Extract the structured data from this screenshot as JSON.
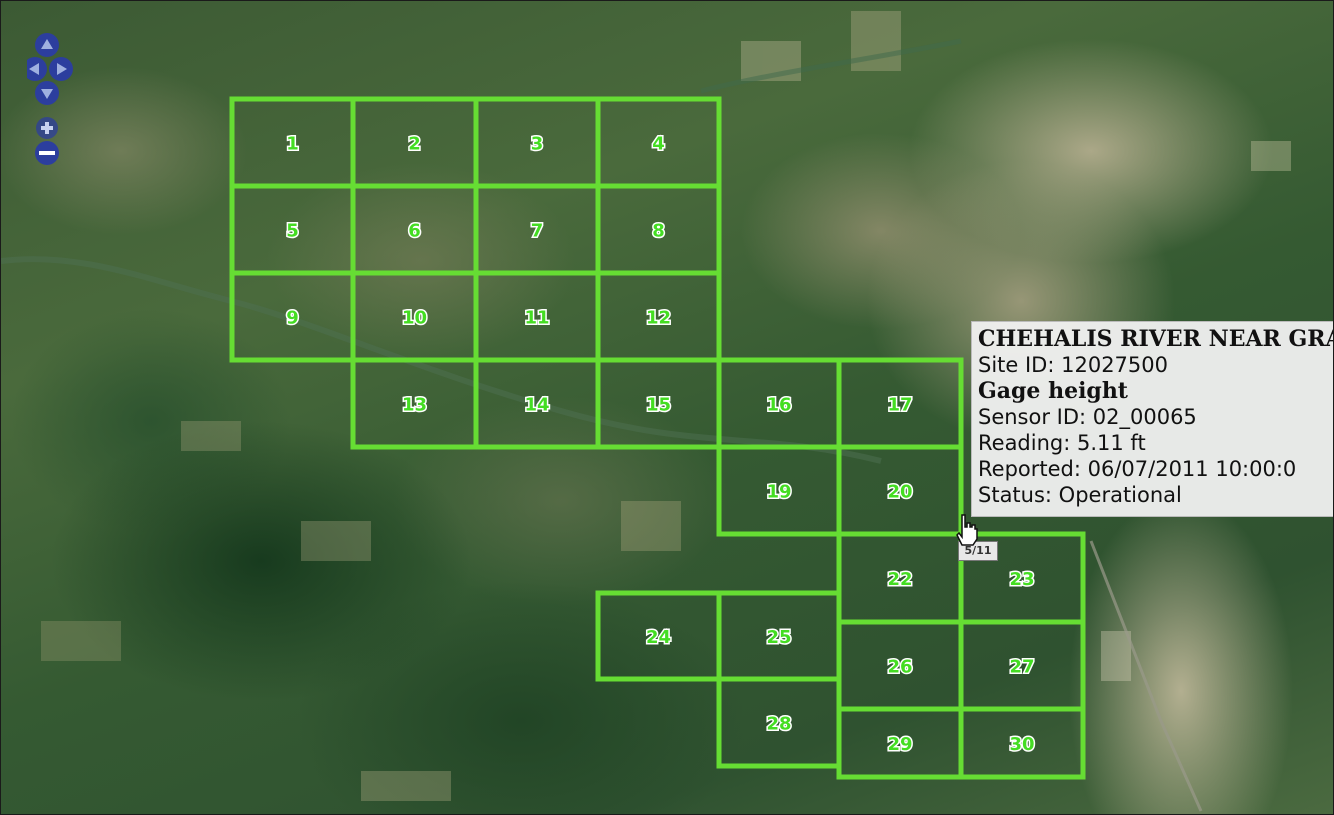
{
  "map": {
    "tiles": [
      "1",
      "2",
      "3",
      "4",
      "5",
      "6",
      "7",
      "8",
      "9",
      "10",
      "11",
      "12",
      "13",
      "14",
      "15",
      "16",
      "17",
      "19",
      "20",
      "22",
      "23",
      "24",
      "25",
      "26",
      "27",
      "28",
      "29",
      "30"
    ],
    "tile_color": "#66dd33",
    "label_color": "#44dd22"
  },
  "nav_control": {
    "pan_up_icon": "arrow-up-icon",
    "pan_down_icon": "arrow-down-icon",
    "pan_left_icon": "arrow-left-icon",
    "pan_right_icon": "arrow-right-icon",
    "zoom_in_icon": "plus-icon",
    "zoom_out_icon": "minus-icon",
    "color": "#2c3e9e"
  },
  "popup": {
    "title": "CHEHALIS RIVER NEAR GRA",
    "site_id": "Site ID: 12027500",
    "measure": "Gage height",
    "sensor_id": "Sensor ID: 02_00065",
    "reading": "Reading: 5.11 ft",
    "reported": "Reported: 06/07/2011 10:00:0",
    "status": "Status: Operational"
  },
  "marker": {
    "label": "5/11"
  }
}
